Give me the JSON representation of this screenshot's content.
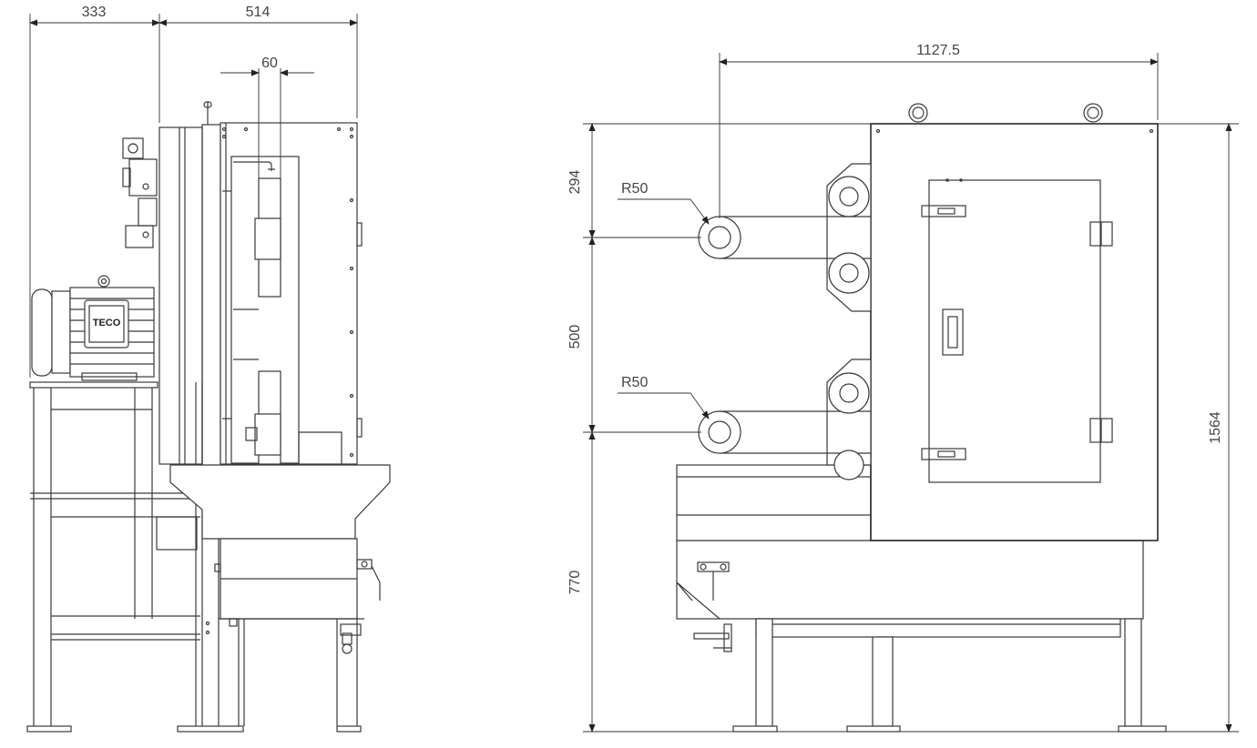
{
  "dimensions": {
    "side_view": {
      "width_left": "333",
      "width_right": "514",
      "belt_width": "60"
    },
    "front_view": {
      "overall_width": "1127.5",
      "top_offset": "294",
      "wheel_spacing": "500",
      "base_height": "770",
      "overall_height": "1564",
      "radius_upper": "R50",
      "radius_lower": "R50"
    }
  },
  "motor_label": "TECO",
  "colors": {
    "line": "#3a3a3a",
    "text": "#444444",
    "background": "#ffffff"
  }
}
